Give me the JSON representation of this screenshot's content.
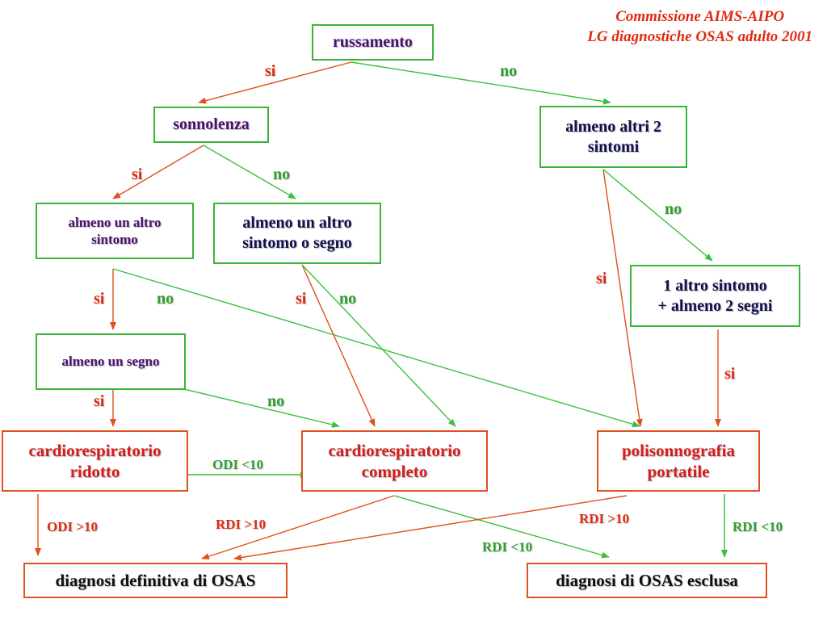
{
  "header": {
    "line1": "Commissione AIMS-AIPO",
    "line2": "LG diagnostiche OSAS adulto 2001"
  },
  "nodes": {
    "russamento": "russamento",
    "sonnolenza": "sonnolenza",
    "almeno_altri_2_sintomi": [
      "almeno altri 2",
      "sintomi"
    ],
    "almeno_un_altro_sintomo": [
      "almeno un altro",
      "sintomo"
    ],
    "almeno_un_altro_sintomo_o_segno": [
      "almeno un altro",
      "sintomo o segno"
    ],
    "altro_sintomo_2_segni": [
      "1 altro sintomo",
      "+ almeno 2 segni"
    ],
    "almeno_un_segno": "almeno un segno",
    "cardio_ridotto": [
      "cardiorespiratorio",
      "ridotto"
    ],
    "cardio_completo": [
      "cardiorespiratorio",
      "completo"
    ],
    "polisonnografia": [
      "polisonnografia",
      "portatile"
    ],
    "diagnosi_definitiva": "diagnosi definitiva di OSAS",
    "diagnosi_esclusa": "diagnosi di OSAS esclusa"
  },
  "edge_labels": {
    "si": "si",
    "no": "no",
    "odi_lt": "ODI <10",
    "odi_gt": "ODI >10",
    "rdi_gt": "RDI >10",
    "rdi_lt": "RDI <10"
  },
  "colors": {
    "yes_arrow": "#e0501e",
    "no_arrow": "#3cbf3c",
    "green_box": "#3cb43c",
    "red_box": "#e05020"
  }
}
